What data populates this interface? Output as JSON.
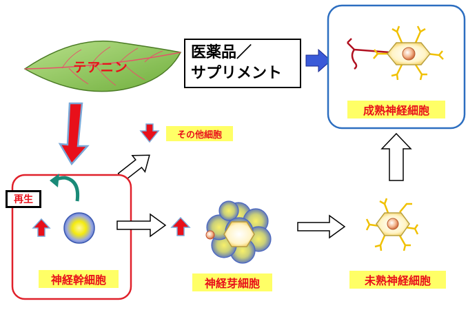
{
  "leaf": {
    "label": "テアニン"
  },
  "pharma": {
    "line1": "医薬品／",
    "line2": "サプリメント"
  },
  "other_cells": {
    "label": "その他細胞"
  },
  "regeneration": {
    "label": "再生"
  },
  "stem_cell": {
    "label": "神経幹細胞"
  },
  "progenitor": {
    "label": "神経芽細胞"
  },
  "immature": {
    "label": "未熟神経細胞"
  },
  "mature": {
    "label": "成熟神経細胞"
  },
  "colors": {
    "label_bg": "#ffff66",
    "label_text": "#e8101a",
    "leaf_fill": "#8fce56",
    "arrow_red": "#e8101a",
    "arrow_blue": "#3a5ad8",
    "cell_yellow": "#f5e800",
    "cell_blue": "#5a78d0",
    "dendrite": "#f0c000",
    "axon": "#b01020",
    "stem_box_border": "#e0202a",
    "mature_box_border": "#2c6ec0"
  }
}
